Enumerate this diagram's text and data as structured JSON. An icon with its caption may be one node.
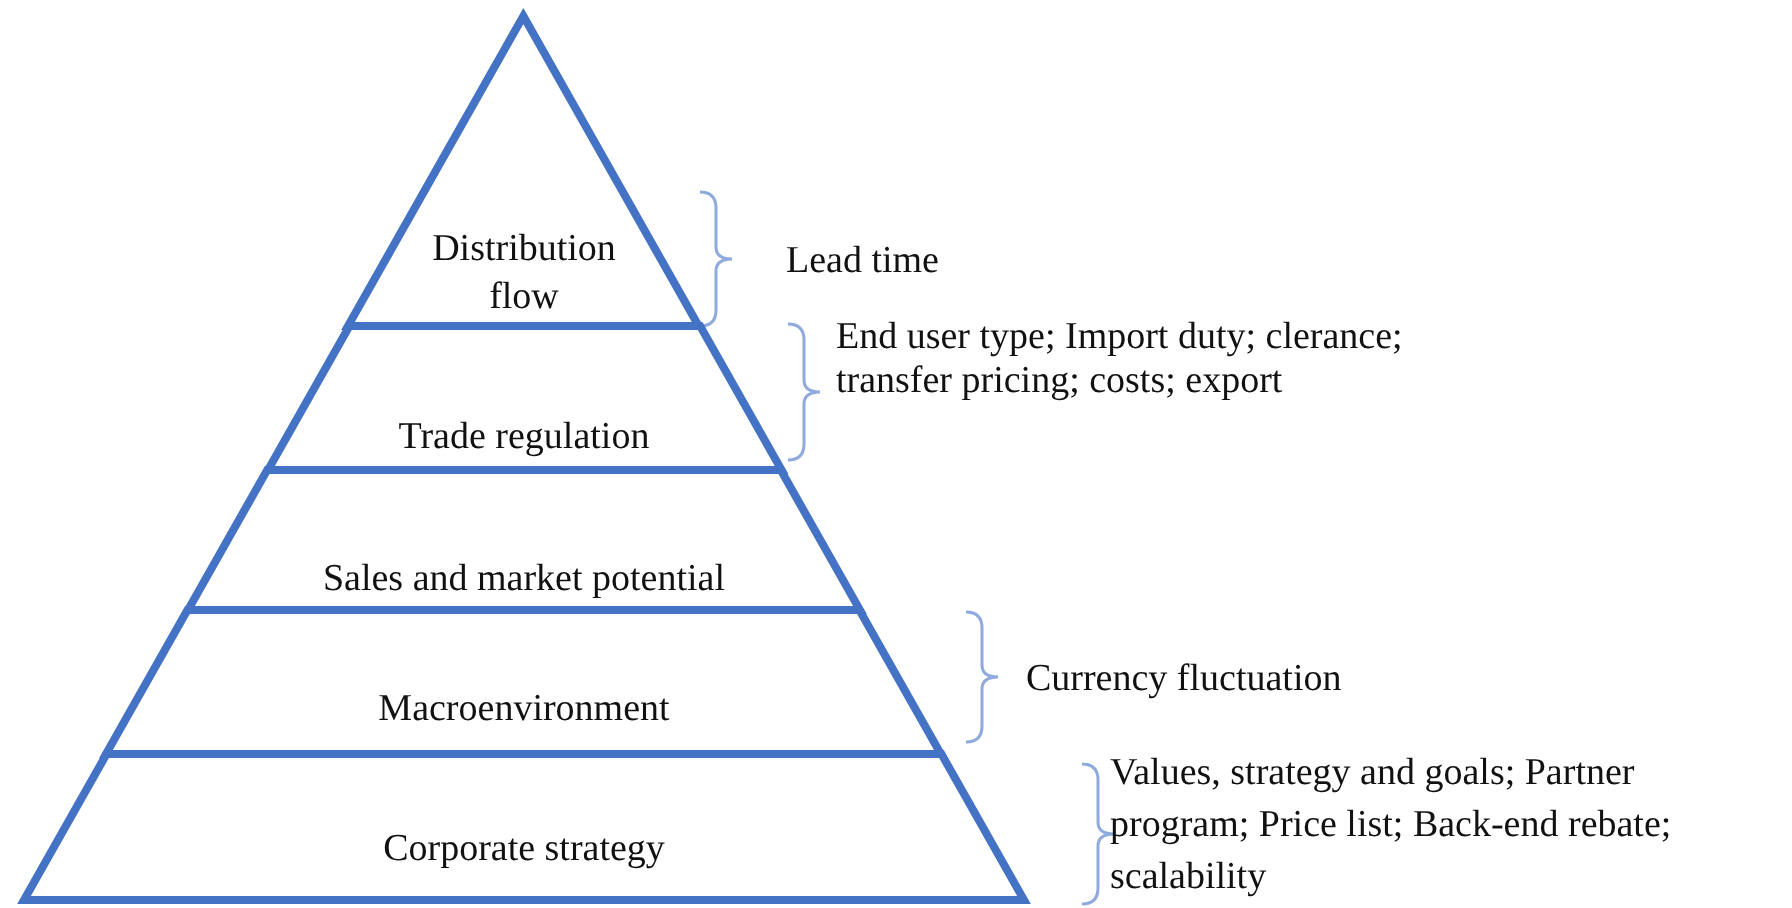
{
  "diagram": {
    "nodes": [
      {
        "text": [
          "Distribution flow"
        ],
        "beside": [
          "Lead time"
        ]
      },
      {
        "text": [
          "Trade regulation"
        ],
        "beside": [
          "End user type; Import duty; clerance; transfer pricing; costs; export"
        ]
      },
      {
        "text": [
          "Sales and market potential"
        ]
      },
      {
        "text": [
          "Macroenvironment"
        ],
        "beside": [
          "Currency fluctuation"
        ]
      },
      {
        "text": [
          "Corporate strategy"
        ],
        "beside": [
          "Values, strategy and goals; Partner program; Price list; Back-end rebate; scalability"
        ]
      }
    ]
  }
}
